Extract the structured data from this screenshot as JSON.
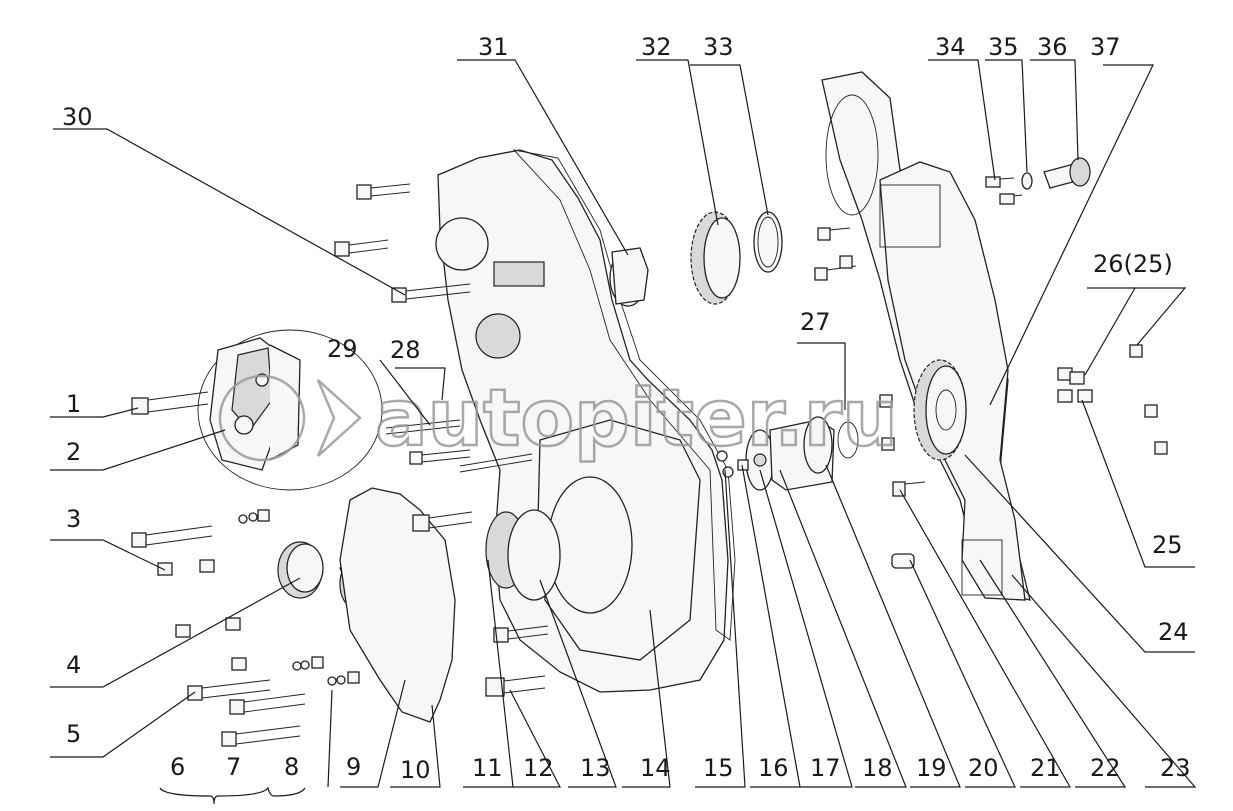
{
  "labels": {
    "l1": "1",
    "l2": "2",
    "l3": "3",
    "l4": "4",
    "l5": "5",
    "l6": "6",
    "l7": "7",
    "l8": "8",
    "l9": "9",
    "l10": "10",
    "l11": "11",
    "l12": "12",
    "l13": "13",
    "l14": "14",
    "l15": "15",
    "l16": "16",
    "l17": "17",
    "l18": "18",
    "l19": "19",
    "l20": "20",
    "l21": "21",
    "l22": "22",
    "l23": "23",
    "l24": "24",
    "l25": "25",
    "l26": "26(25)",
    "l27": "27",
    "l28": "28",
    "l29": "29",
    "l30": "30",
    "l31": "31",
    "l32": "32",
    "l33": "33",
    "l34": "34",
    "l35": "35",
    "l36": "36",
    "l37": "37"
  },
  "watermark": {
    "text": "autopiter.ru",
    "color": "#9a9a9a"
  },
  "colors": {
    "line": "#1a1a1a",
    "background": "#ffffff"
  }
}
